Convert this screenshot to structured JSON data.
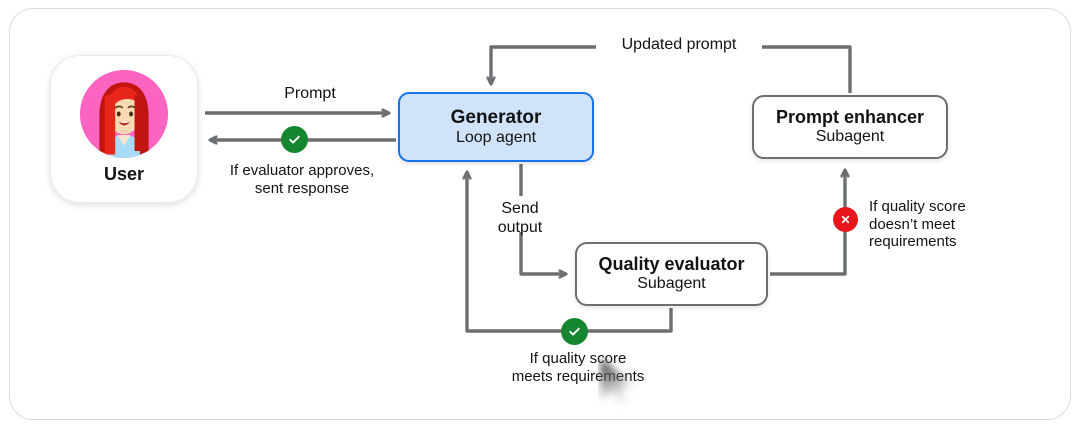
{
  "diagram": {
    "title": "Generator loop agent with quality evaluator and prompt enhancer",
    "colors": {
      "canvas": "#ffffff",
      "card_border": "#dcdcdc",
      "wire": "#6b6f72",
      "generator_fill": "#cfe3fb",
      "generator_border": "#1a73e8",
      "node_border": "#6b6f72",
      "text": "#131313",
      "success": "#15862f",
      "failure": "#e8161a",
      "avatar_background": "#fb64c0",
      "avatar_hair": "#e8261a",
      "avatar_skin": "#f5d6b0",
      "avatar_shirt": "#a6dcf5"
    },
    "nodes": [
      {
        "id": "user",
        "title": "User",
        "subtitle": ""
      },
      {
        "id": "generator",
        "title": "Generator",
        "subtitle": "Loop agent"
      },
      {
        "id": "enhancer",
        "title": "Prompt enhancer",
        "subtitle": "Subagent"
      },
      {
        "id": "evaluator",
        "title": "Quality evaluator",
        "subtitle": "Subagent"
      }
    ],
    "edges": [
      {
        "id": "prompt",
        "label": "Prompt",
        "from": "user",
        "to": "generator",
        "badge": "none"
      },
      {
        "id": "approve",
        "label": "If evaluator approves,\nsent response",
        "from": "generator",
        "to": "user",
        "badge": "check"
      },
      {
        "id": "send",
        "label": "Send\noutput",
        "from": "generator",
        "to": "evaluator",
        "badge": "none"
      },
      {
        "id": "fail",
        "label": "If quality score\ndoesn’t meet\nrequirements",
        "from": "evaluator",
        "to": "enhancer",
        "badge": "cross"
      },
      {
        "id": "updated",
        "label": "Updated prompt",
        "from": "enhancer",
        "to": "generator",
        "badge": "none"
      },
      {
        "id": "pass",
        "label": "If quality score\nmeets requirements",
        "from": "evaluator",
        "to": "generator",
        "badge": "check"
      }
    ],
    "badges": {
      "check_icon": "check-circle-icon",
      "cross_icon": "x-circle-icon"
    },
    "avatar_icon": "user-avatar-woman-icon"
  }
}
